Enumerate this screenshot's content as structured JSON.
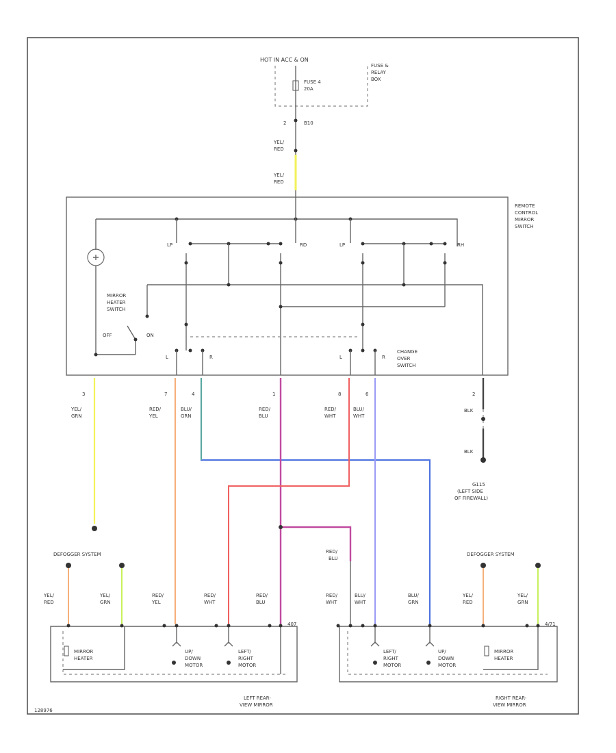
{
  "power": {
    "hot_label": "HOT IN ACC & ON",
    "fuse_box": [
      "FUSE &",
      "RELAY",
      "BOX"
    ],
    "fuse": [
      "FUSE 4",
      "20A"
    ],
    "pin_left": "2",
    "pin_right": "B10",
    "wire_top": [
      "YEL/",
      "RED"
    ],
    "wire_bottom": [
      "YEL/",
      "RED"
    ]
  },
  "switch": {
    "title": [
      "REMOTE",
      "CONTROL",
      "MIRROR",
      "SWITCH"
    ],
    "heater_switch": [
      "MIRROR",
      "HEATER",
      "SWITCH"
    ],
    "off": "OFF",
    "on": "ON",
    "change_over": [
      "CHANGE",
      "OVER",
      "SWITCH"
    ],
    "contacts_left": [
      "LP",
      "RD"
    ],
    "contacts_right": [
      "LP",
      "RH"
    ],
    "lr_left": [
      "L",
      "R"
    ],
    "lr_right": [
      "L",
      "R"
    ]
  },
  "wires": [
    {
      "pin": "3",
      "color": [
        "YEL/",
        "GRN"
      ],
      "stroke": "#f2f25a"
    },
    {
      "pin": "7",
      "color": [
        "RED/",
        "YEL"
      ],
      "stroke": "#f5b07a"
    },
    {
      "pin": "4",
      "color": [
        "BLU/",
        "GRN"
      ],
      "stroke": "#5aa8a0"
    },
    {
      "pin": "1",
      "color": [
        "RED/",
        "BLU"
      ],
      "stroke": "#c04aa0"
    },
    {
      "pin": "8",
      "color": [
        "RED/",
        "WHT"
      ],
      "stroke": "#f06060"
    },
    {
      "pin": "6",
      "color": [
        "BLU/",
        "WHT"
      ],
      "stroke": "#9a9af5"
    },
    {
      "pin": "2",
      "color": [
        "BLK"
      ],
      "stroke": "#444444"
    }
  ],
  "ground": {
    "wire_color": "BLK",
    "name": "G115",
    "location": [
      "(LEFT SIDE",
      "OF FIREWALL)"
    ]
  },
  "defogger": "DEFOGGER SYSTEM",
  "left_mirror": {
    "wires": [
      {
        "color": [
          "YEL/",
          "RED"
        ],
        "stroke": "#f5b07a"
      },
      {
        "color": [
          "YEL/",
          "GRN"
        ],
        "stroke": "#c8f05a"
      },
      {
        "color": [
          "RED/",
          "YEL"
        ]
      },
      {
        "color": [
          "RED/",
          "WHT"
        ]
      },
      {
        "color": [
          "RED/",
          "BLU"
        ]
      }
    ],
    "heater": [
      "MIRROR",
      "HEATER"
    ],
    "motor_ud": [
      "UP/",
      "DOWN",
      "MOTOR"
    ],
    "motor_lr": [
      "LEFT/",
      "RIGHT",
      "MOTOR"
    ],
    "connector": "407",
    "title": [
      "LEFT REAR-",
      "VIEW MIRROR"
    ]
  },
  "right_mirror": {
    "wires": [
      {
        "color": [
          "RED/",
          "WHT"
        ]
      },
      {
        "color": [
          "BLU/",
          "WHT"
        ]
      },
      {
        "color": [
          "BLU/",
          "GRN"
        ]
      },
      {
        "color": [
          "YEL/",
          "RED"
        ],
        "stroke": "#f5b07a"
      },
      {
        "color": [
          "YEL/",
          "GRN"
        ],
        "stroke": "#c8f05a"
      }
    ],
    "heater": [
      "MIRROR",
      "HEATER"
    ],
    "motor_ud": [
      "UP/",
      "DOWN",
      "MOTOR"
    ],
    "motor_lr": [
      "LEFT/",
      "RIGHT",
      "MOTOR"
    ],
    "connector": "4/71",
    "title": [
      "RIGHT REAR-",
      "VIEW MIRROR"
    ]
  },
  "splice_label": [
    "RED/",
    "BLU"
  ],
  "figure_id": "128976"
}
